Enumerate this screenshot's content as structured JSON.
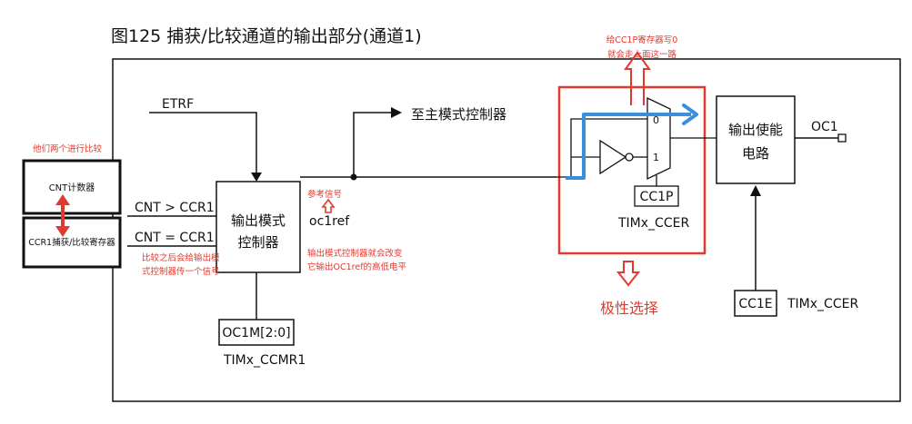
{
  "figure": {
    "title": "图125    捕获/比较通道的输出部分(通道1)"
  },
  "inputs": {
    "etrf": "ETRF",
    "cnt_gt": "CNT > CCR1",
    "cnt_eq": "CNT = CCR1"
  },
  "blocks": {
    "mode_controller": [
      "输出模式",
      "控制器"
    ],
    "oc1m": "OC1M[2:0]",
    "ccmr1": "TIMx_CCMR1",
    "oc1ref": "oc1ref",
    "to_master": "至主模式控制器",
    "mux_in0": "0",
    "mux_in1": "1",
    "cc1p": "CC1P",
    "ccer_top": "TIMx_CCER",
    "output_enable": [
      "输出使能",
      "电路"
    ],
    "oc1": "OC1",
    "cc1e": "CC1E",
    "ccer_bottom": "TIMx_CCER"
  },
  "annotations": {
    "compare_note": "他们两个进行比较",
    "cnt_counter": "CNT计数器",
    "ccr1_register": "CCR1捕获/比较寄存器",
    "ref_signal": "参考信号",
    "after_compare": [
      "比较之后会给输出模",
      "式控制器传一个信号"
    ],
    "mode_change": [
      "输出模式控制器就会改变",
      "它输出OC1ref的高低电平"
    ],
    "cc1p_write": [
      "给CC1P寄存器写0",
      "就会走上面这一路"
    ],
    "polarity": "极性选择"
  },
  "colors": {
    "annotation_red": "#e03a2f",
    "path_blue": "#3a8fdc",
    "line": "#111111"
  }
}
